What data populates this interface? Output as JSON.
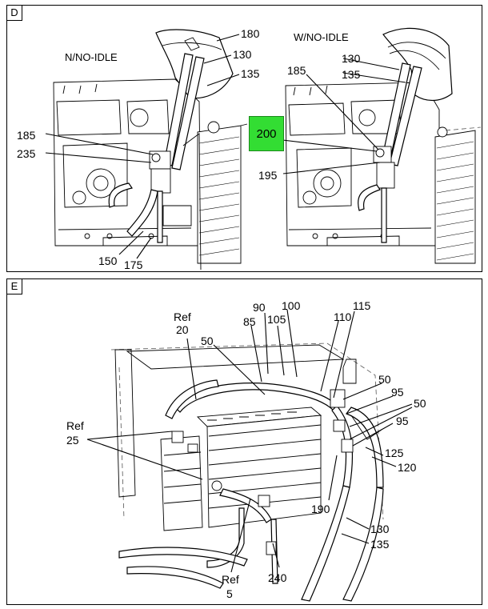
{
  "panel_d": {
    "tag": "D",
    "left_mode": "N/NO-IDLE",
    "right_mode": "W/NO-IDLE",
    "highlight": {
      "label": "200",
      "color": "#33dd33"
    },
    "callouts_left": [
      "180",
      "130",
      "135",
      "185",
      "235",
      "150",
      "175"
    ],
    "callouts_right": [
      "130",
      "135",
      "185",
      "195"
    ]
  },
  "panel_e": {
    "tag": "E",
    "callouts": [
      "90",
      "100",
      "115",
      "85",
      "105",
      "110",
      "50",
      "50",
      "95",
      "50",
      "95",
      "125",
      "120",
      "190",
      "130",
      "135",
      "240"
    ],
    "refs": [
      {
        "word": "Ref",
        "num": "20"
      },
      {
        "word": "Ref",
        "num": "25"
      },
      {
        "word": "Ref",
        "num": "5"
      }
    ]
  }
}
